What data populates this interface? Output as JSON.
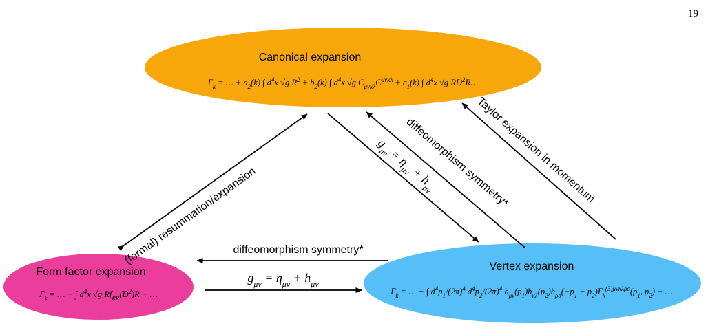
{
  "page_number": "19",
  "nodes": {
    "canonical": {
      "title": "Canonical expansion",
      "formula": "Γk = … + a2(k) ∫ d⁴x √g R² + b2(k) ∫ d⁴x √g Cμνκλ Cμνκλ + c1(k) ∫ d⁴x √g R D² R…",
      "color": "#F7A70A"
    },
    "form_factor": {
      "title": "Form factor expansion",
      "formula": "Γk = … + ∫ d⁴x √g R fRR(D²) R + …",
      "color": "#EB3D9C"
    },
    "vertex": {
      "title": "Vertex expansion",
      "formula": "Γk = … + ∫ d⁴p1/(2π)⁴ d⁴p2/(2π)⁴ hμν(p1) hκλ(p2) hρσ(−p1 − p2) Γk(3)μνκλρσ(p1, p2) + …",
      "color": "#57BFF7"
    }
  },
  "edges": {
    "resummation": "(formal) resummation/expansion",
    "diffeo_diag": "diffeomorphism symmetry*",
    "metric_diag": "gμν = ημν + hμν",
    "taylor": "Taylor expansion in momentum",
    "diffeo_horiz": "diffeomorphism symmetry*",
    "metric_horiz": "gμν = ημν + hμν"
  }
}
